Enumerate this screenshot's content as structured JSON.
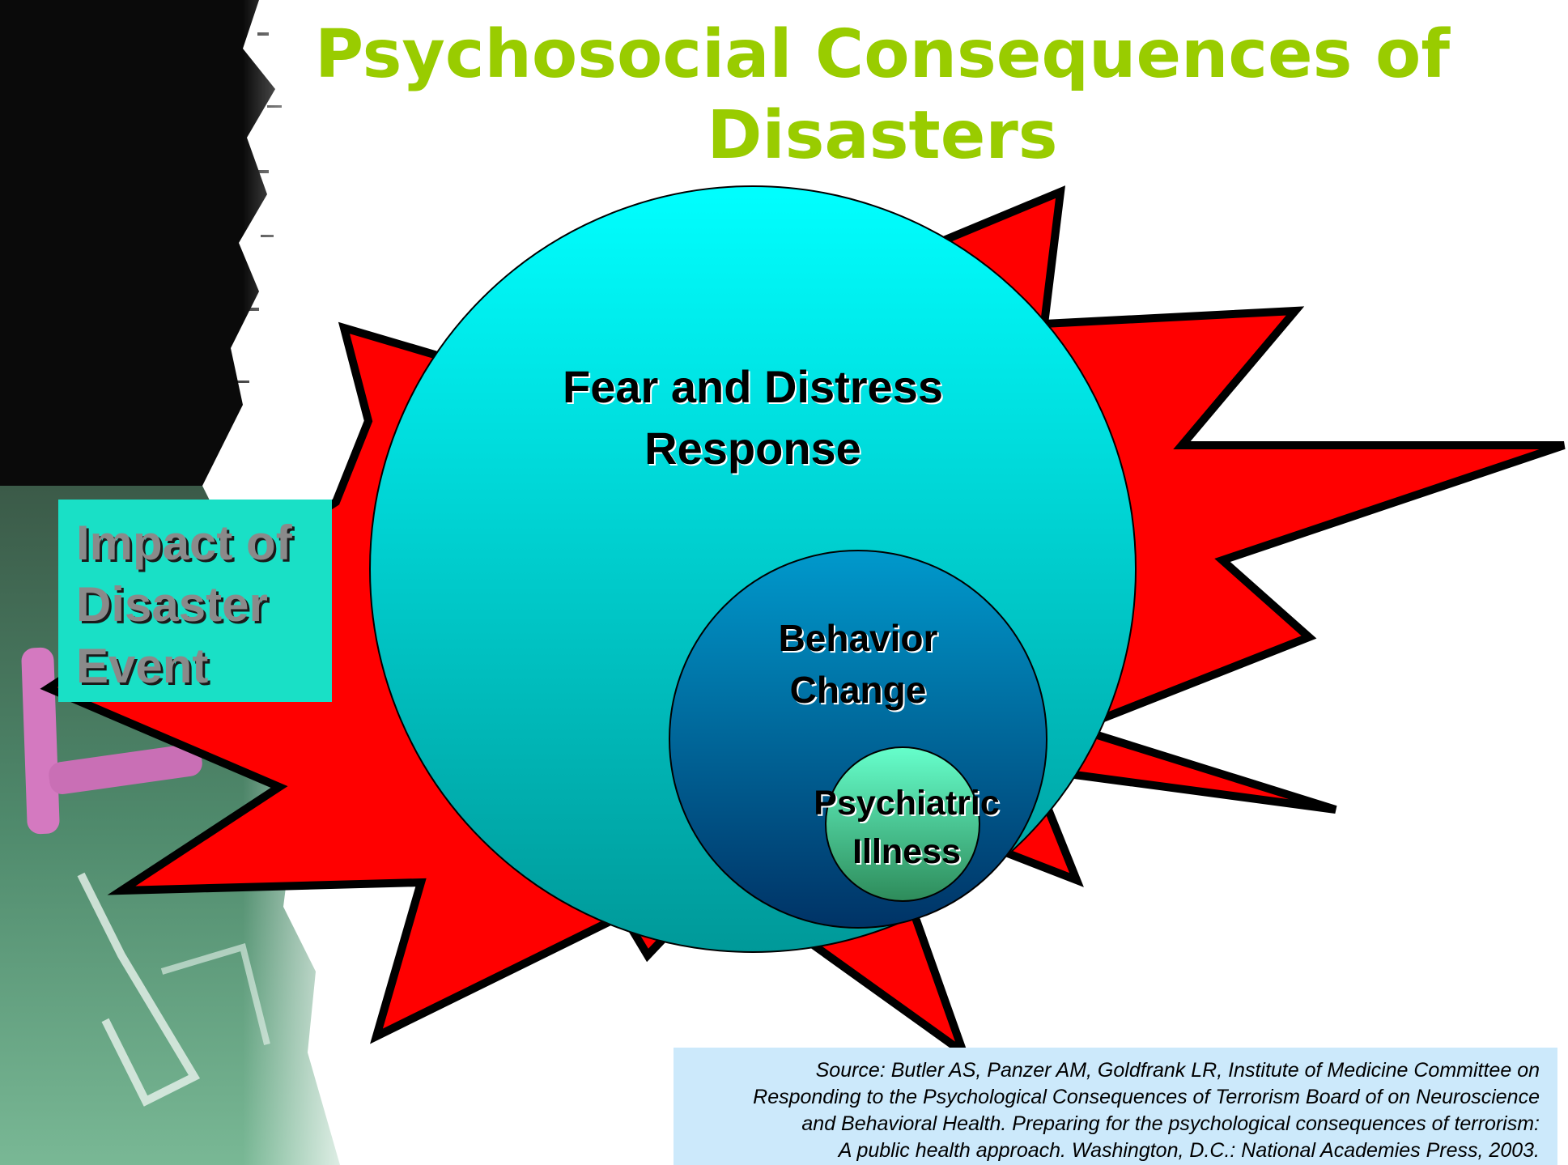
{
  "slide": {
    "title_lines": [
      "Psychosocial Consequences of",
      "Disasters"
    ],
    "impact_box": {
      "lines": [
        "Impact of",
        "Disaster",
        "Event"
      ]
    },
    "circles": {
      "fear": {
        "lines": [
          "Fear and Distress",
          "Response"
        ]
      },
      "behavior": {
        "lines": [
          "Behavior",
          "Change"
        ]
      },
      "psychiatric": {
        "lines": [
          "Psychiatric",
          "Illness"
        ]
      }
    },
    "source": {
      "lines": [
        "Source:  Butler AS, Panzer AM, Goldfrank LR, Institute of Medicine Committee on",
        "Responding to the Psychological Consequences of Terrorism Board of on Neuroscience",
        "and Behavioral Health.   Preparing for the psychological consequences of terrorism:",
        "A public health approach.  Washington, D.C.: National Academies Press, 2003."
      ]
    }
  },
  "colors": {
    "title": "#99cc00",
    "burst": "#ff0000",
    "impact_box": "#19e0c6",
    "fear_circle_top": "#00ffff",
    "fear_circle_bottom": "#009999",
    "behavior_circle_top": "#0099cc",
    "behavior_circle_bottom": "#003366",
    "psychiatric_circle_top": "#66ffcc",
    "psychiatric_circle_bottom": "#2e8b5a",
    "source_box": "#cce9fb"
  }
}
